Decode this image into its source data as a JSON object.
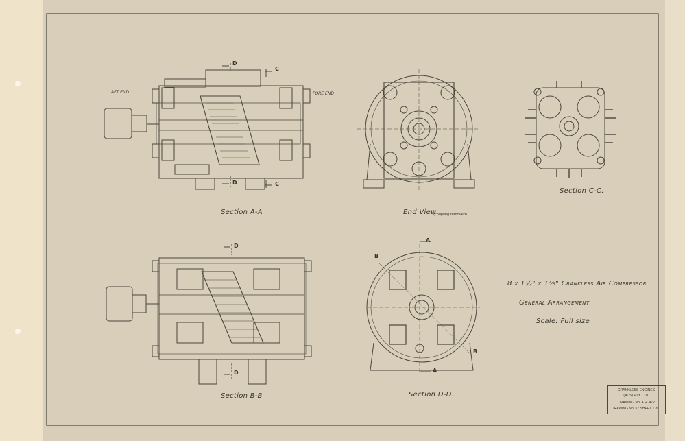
{
  "colors": {
    "paper": "#d8ceb9",
    "margin_strip": "#efe3c9",
    "ink": "#4a463c"
  },
  "labels": {
    "aft_end": "AFT END",
    "fore_end": "FORE END",
    "section_a": "Section A-A",
    "section_b": "Section B-B",
    "section_c": "Section C-C.",
    "section_d": "Section D-D.",
    "end_view": "End View",
    "end_view_note": "(coupling removed)",
    "letters": {
      "a": "A",
      "b": "B",
      "c": "C",
      "d": "D"
    }
  },
  "title": {
    "line1": "8 x 1½\" x 1⅞\" Crankless Air Compressor",
    "line2": "General Arrangement",
    "line3": "Scale: Full size"
  },
  "title_block": {
    "line1": "CRANKLESS ENGINES",
    "line2": "(AUS) PTY. LTD.",
    "line3": "DRAWING No. A.R. 472",
    "line4": "DRAWING No. 57   SHEET 1 of 1"
  }
}
